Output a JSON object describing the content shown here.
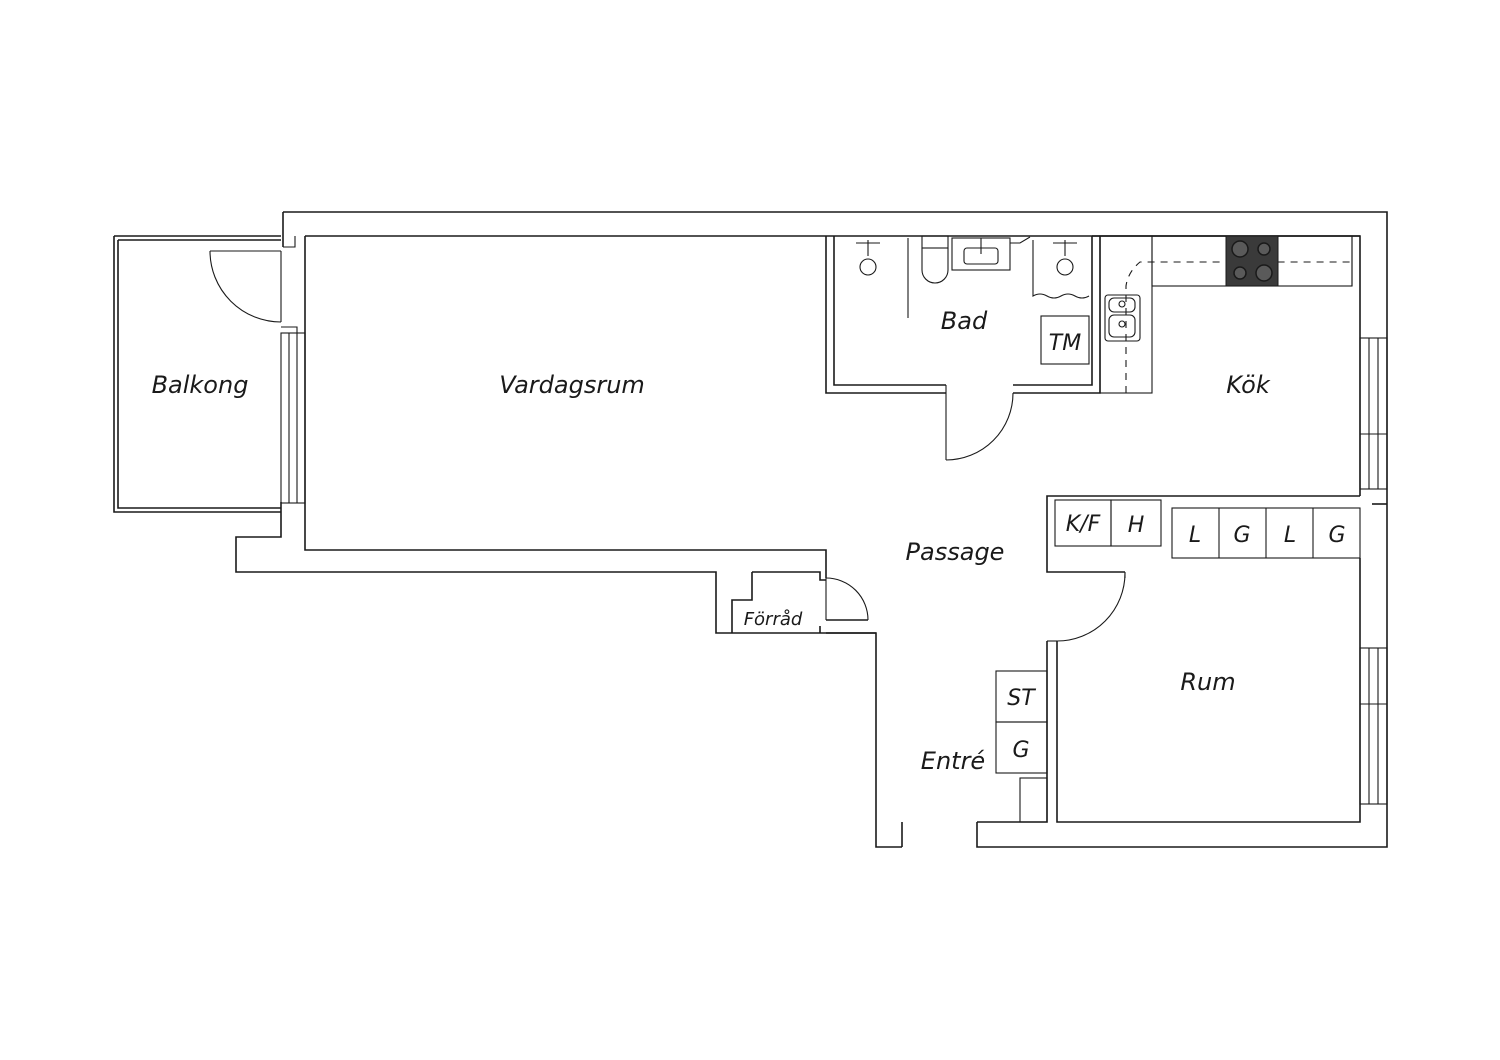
{
  "rooms": {
    "balkong": "Balkong",
    "vardagsrum": "Vardagsrum",
    "bad": "Bad",
    "kok": "Kök",
    "passage": "Passage",
    "forrad": "Förråd",
    "rum": "Rum",
    "entre": "Entré"
  },
  "fixtures": {
    "tm": "TM",
    "kf": "K/F",
    "h": "H",
    "closets": [
      "L",
      "G",
      "L",
      "G"
    ],
    "st": "ST",
    "g": "G"
  },
  "colors": {
    "line": "#1a1a1a",
    "hob": "#3a3a3a",
    "background": "#ffffff"
  }
}
